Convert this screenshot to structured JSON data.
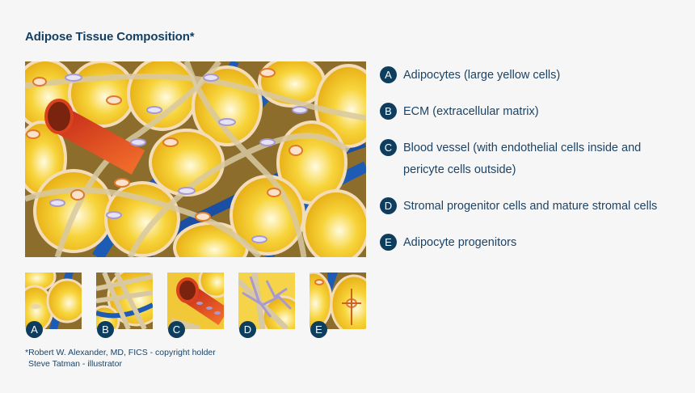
{
  "title": "Adipose Tissue Composition*",
  "main_image": {
    "alt": "Illustration of adipose tissue with yellow adipocytes, blue and red blood vessels, extracellular matrix fibers, purple stromal cells and orange progenitor cells"
  },
  "legend": {
    "items": [
      {
        "letter": "A",
        "label": "Adipocytes (large yellow cells)"
      },
      {
        "letter": "B",
        "label": "ECM (extracellular matrix)"
      },
      {
        "letter": "C",
        "label_line1": "Blood vessel (with endothelial cells inside and",
        "label_line2": "pericyte cells outside)"
      },
      {
        "letter": "D",
        "label": "Stromal progenitor cells and mature stromal cells"
      },
      {
        "letter": "E",
        "label": "Adipocyte progenitors"
      }
    ]
  },
  "thumbnails": [
    {
      "letter": "A",
      "subject": "adipocytes"
    },
    {
      "letter": "B",
      "subject": "ecm-fibers"
    },
    {
      "letter": "C",
      "subject": "blood-vessel"
    },
    {
      "letter": "D",
      "subject": "stromal-cells"
    },
    {
      "letter": "E",
      "subject": "adipocyte-progenitors"
    }
  ],
  "caption": {
    "line1": "*Robert W. Alexander, MD, FICS - copyright holder",
    "line2": "Steve Tatman  - illustrator"
  },
  "colors": {
    "background": "#f6f6f6",
    "title": "#133f63",
    "text": "#1d4365",
    "badge": "#0e3d5e",
    "adipocyte": "#f5c518",
    "vessel_blue": "#1d5bb5",
    "vessel_red": "#d9421c",
    "fiber": "#d8c8a0",
    "stromal": "#a89ad0",
    "progenitor": "#e07a2a"
  }
}
